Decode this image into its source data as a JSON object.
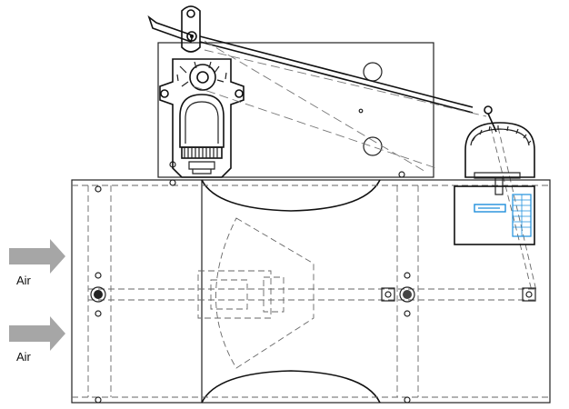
{
  "labels": {
    "air_top": "Air",
    "air_bottom": "Air"
  },
  "colors": {
    "arrow": "#a6a6a6",
    "display": "#1e8fdc",
    "line": "#222222"
  },
  "icons": [
    "air-arrow",
    "damper-actuator",
    "linkage-arm",
    "dial-scale",
    "controller-display",
    "bolt"
  ]
}
